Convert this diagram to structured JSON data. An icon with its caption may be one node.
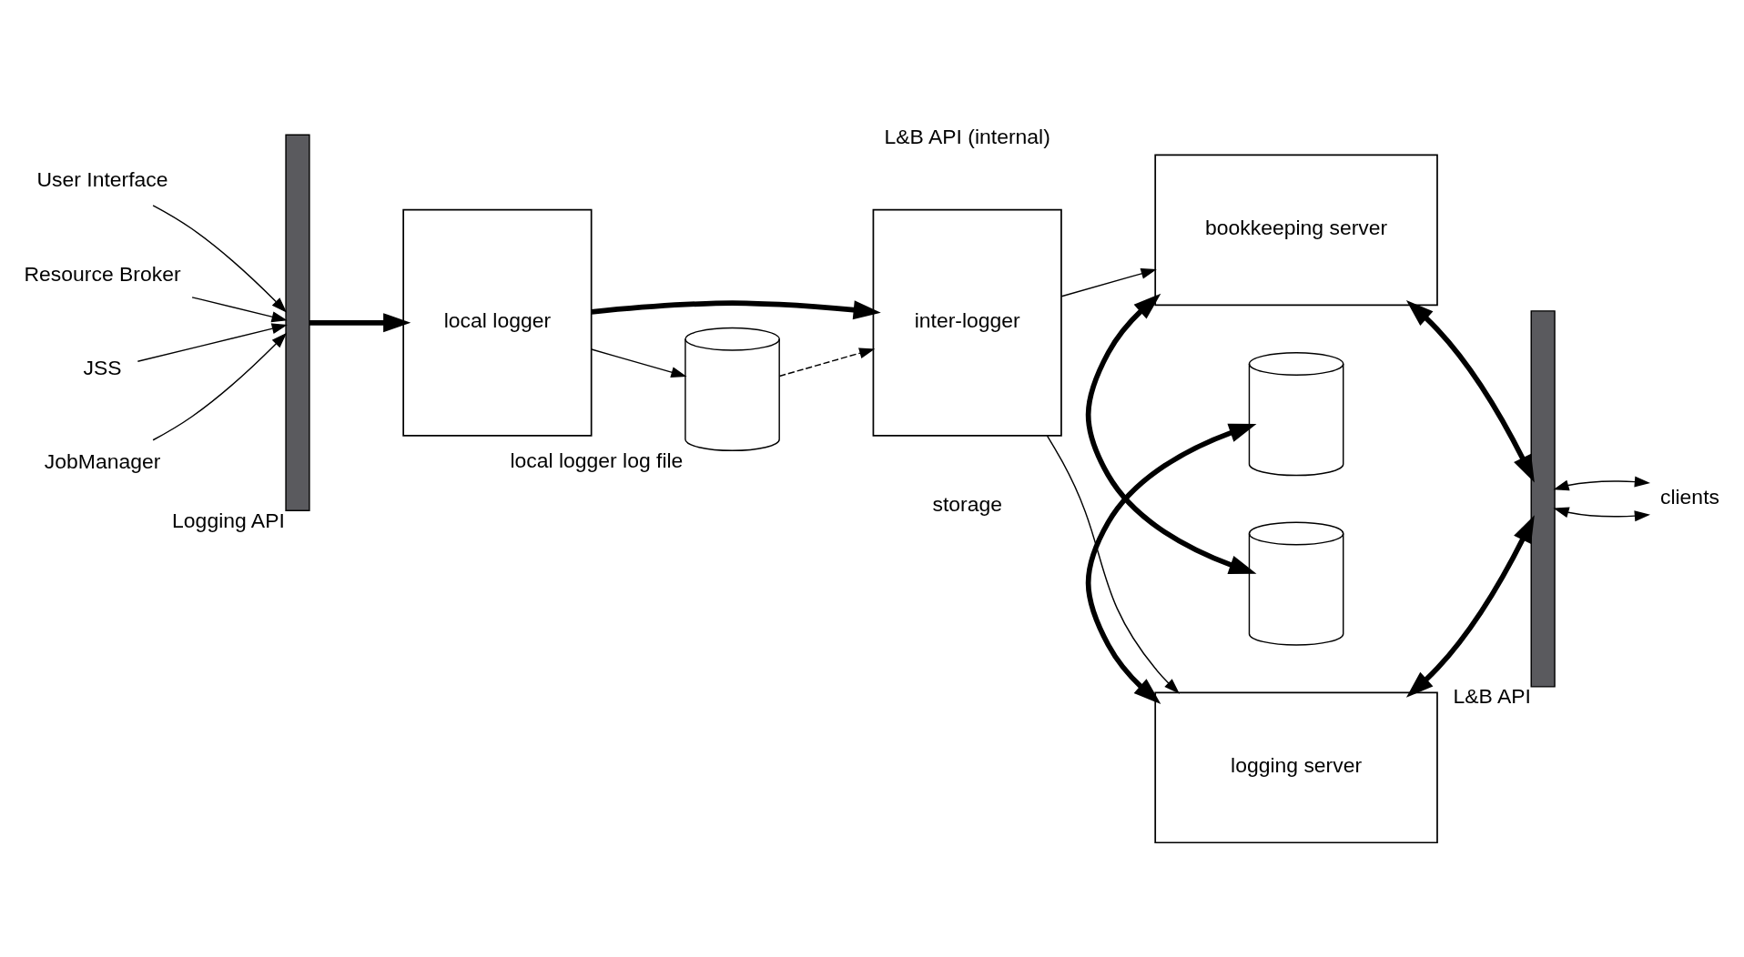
{
  "diagram": {
    "nodes": [
      {
        "text": [
          "Logging API"
        ]
      },
      {
        "text": [
          "User Interface"
        ]
      },
      {
        "text": [
          "Resource Broker"
        ]
      },
      {
        "text": [
          "JSS"
        ]
      },
      {
        "text": [
          "JobManager"
        ]
      },
      {
        "text": [
          "local logger"
        ]
      },
      {
        "text": [
          "inter-logger"
        ]
      },
      {
        "text": [],
        "shape": "cylinder",
        "beside": [
          "local logger log file"
        ]
      },
      {
        "text": [
          "bookkeeping server"
        ]
      },
      {
        "text": [],
        "shape": "cylinder"
      },
      {
        "text": [],
        "shape": "cylinder"
      },
      {
        "text": [
          "logging server"
        ]
      },
      {
        "text": [
          "L&B API"
        ]
      },
      {
        "text": [
          "clients"
        ]
      }
    ],
    "edges": [
      {
        "from": 1,
        "to": 0,
        "arrow": "to"
      },
      {
        "from": 2,
        "to": 0,
        "arrow": "to"
      },
      {
        "from": 3,
        "to": 0,
        "arrow": "to"
      },
      {
        "from": 4,
        "to": 0,
        "arrow": "to"
      },
      {
        "from": 0,
        "to": 5,
        "arrow": "to",
        "style": "thick"
      },
      {
        "from": 5,
        "to": 6,
        "arrow": "to",
        "style": "thick"
      },
      {
        "from": 5,
        "to": 7,
        "arrow": "to"
      },
      {
        "from": 7,
        "to": 6,
        "arrow": "to",
        "style": "dashed"
      },
      {
        "from": 6,
        "to": 8,
        "arrow": "to"
      },
      {
        "from": 6,
        "to": 11,
        "arrow": "to"
      },
      {
        "from": 8,
        "to": 12,
        "arrow": "both",
        "style": "thick"
      },
      {
        "from": 8,
        "to": 10,
        "arrow": "both",
        "style": "thick"
      },
      {
        "from": 9,
        "to": 11,
        "arrow": "both",
        "style": "thick"
      },
      {
        "from": 11,
        "to": 12,
        "arrow": "both",
        "style": "thick"
      },
      {
        "from": 12,
        "to": 13,
        "arrow": "both"
      },
      {
        "from": 12,
        "to": 13,
        "arrow": "both"
      }
    ],
    "labels": [
      "L&B API (internal)",
      "storage"
    ]
  }
}
